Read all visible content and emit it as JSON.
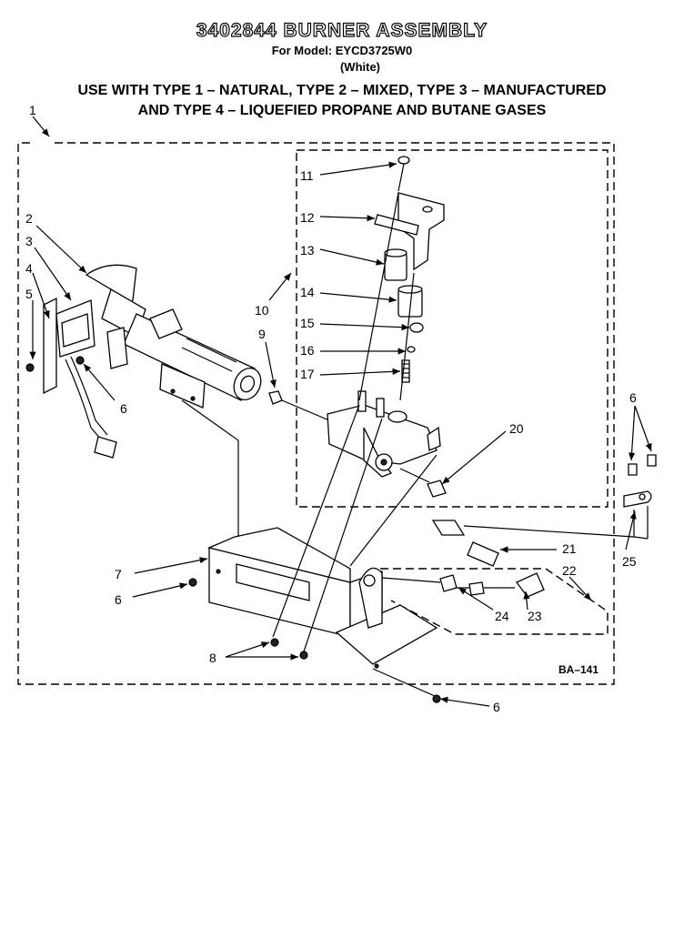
{
  "header": {
    "title": "3402844 BURNER ASSEMBLY",
    "model_line": "For Model: EYCD3725W0",
    "color_line": "(White)",
    "gas_line_1": "USE WITH TYPE 1 – NATURAL, TYPE 2 – MIXED, TYPE 3 – MANUFACTURED",
    "gas_line_2": "AND TYPE 4 – LIQUEFIED PROPANE AND BUTANE GASES"
  },
  "callouts": {
    "c1": "1",
    "c2": "2",
    "c3": "3",
    "c4": "4",
    "c5": "5",
    "c6a": "6",
    "c6b": "6",
    "c6c": "6",
    "c6d": "6",
    "c7": "7",
    "c8": "8",
    "c9": "9",
    "c10": "10",
    "c11": "11",
    "c12": "12",
    "c13": "13",
    "c14": "14",
    "c15": "15",
    "c16": "16",
    "c17": "17",
    "c20": "20",
    "c21": "21",
    "c22": "22",
    "c23": "23",
    "c24": "24",
    "c25": "25"
  },
  "diagram_code": "BA–141"
}
